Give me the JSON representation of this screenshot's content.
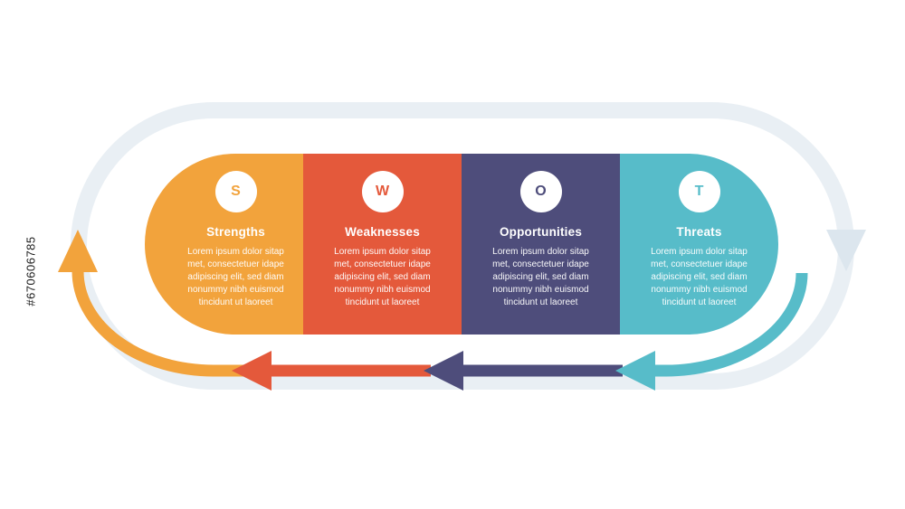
{
  "watermark": {
    "id_label": "#670606785"
  },
  "infographic": {
    "type": "swot-cycle-diagram",
    "items": [
      {
        "letter": "S",
        "title": "Strengths",
        "description": "Lorem ipsum dolor sitap met, consectetuer idape adipiscing elit, sed diam nonummy nibh euismod tincidunt ut laoreet",
        "color": "#F2A33C"
      },
      {
        "letter": "W",
        "title": "Weaknesses",
        "description": "Lorem ipsum dolor sitap met, consectetuer idape adipiscing elit, sed diam nonummy nibh euismod tincidunt ut laoreet",
        "color": "#E4593B"
      },
      {
        "letter": "O",
        "title": "Opportunities",
        "description": "Lorem ipsum dolor sitap met, consectetuer idape adipiscing elit, sed diam nonummy nibh euismod tincidunt ut laoreet",
        "color": "#4E4D7B"
      },
      {
        "letter": "T",
        "title": "Threats",
        "description": "Lorem ipsum dolor sitap met, consectetuer idape adipiscing elit, sed diam nonummy nibh euismod tincidunt ut laoreet",
        "color": "#57BCC9"
      }
    ],
    "colors": {
      "track": "#E9EFF4",
      "track_arrow": "#DCE6EE",
      "strengths": "#F2A33C",
      "weaknesses": "#E4593B",
      "opportunities": "#4E4D7B",
      "threats": "#57BCC9",
      "background": "#FFFFFF",
      "text_on_panels": "#FFFFFF"
    }
  }
}
